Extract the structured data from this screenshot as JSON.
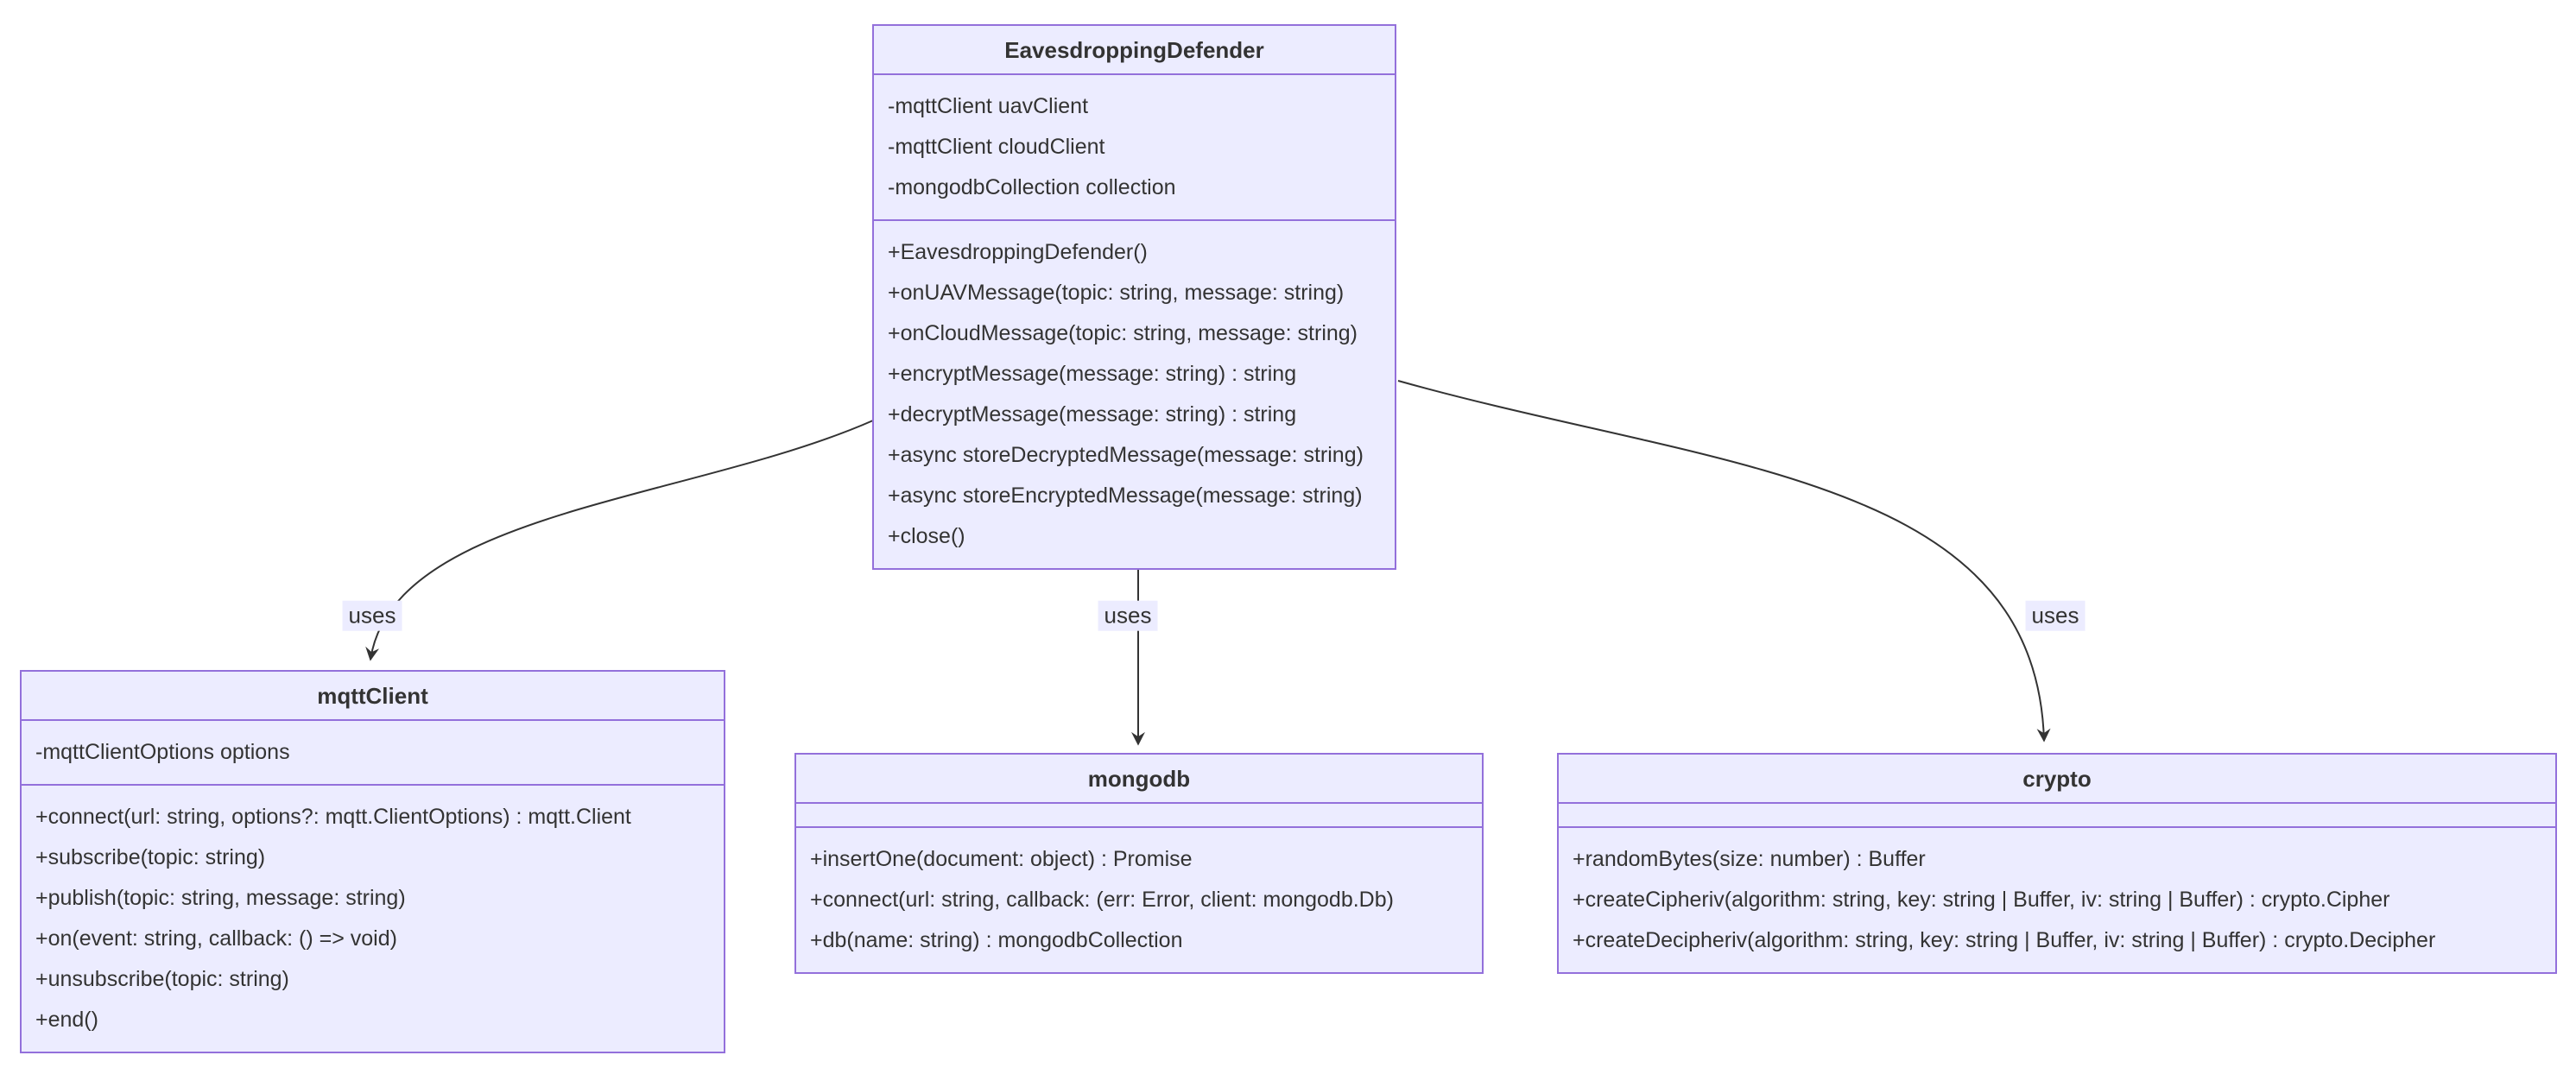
{
  "diagram": {
    "type": "uml-class-diagram",
    "classes": [
      {
        "name": "EavesdroppingDefender",
        "attributes": [
          "-mqttClient uavClient",
          "-mqttClient cloudClient",
          "-mongodbCollection collection"
        ],
        "methods": [
          "+EavesdroppingDefender()",
          "+onUAVMessage(topic: string, message: string)",
          "+onCloudMessage(topic: string, message: string)",
          "+encryptMessage(message: string) : string",
          "+decryptMessage(message: string) : string",
          "+async storeDecryptedMessage(message: string)",
          "+async storeEncryptedMessage(message: string)",
          "+close()"
        ]
      },
      {
        "name": "mqttClient",
        "attributes": [
          "-mqttClientOptions options"
        ],
        "methods": [
          "+connect(url: string, options?: mqtt.ClientOptions) : mqtt.Client",
          "+subscribe(topic: string)",
          "+publish(topic: string, message: string)",
          "+on(event: string, callback: () => void)",
          "+unsubscribe(topic: string)",
          "+end()"
        ]
      },
      {
        "name": "mongodb",
        "attributes": [],
        "methods": [
          "+insertOne(document: object) : Promise",
          "+connect(url: string, callback: (err: Error, client: mongodb.Db)",
          "+db(name: string) : mongodbCollection"
        ]
      },
      {
        "name": "crypto",
        "attributes": [],
        "methods": [
          "+randomBytes(size: number) : Buffer",
          "+createCipheriv(algorithm: string, key: string | Buffer, iv: string | Buffer) : crypto.Cipher",
          "+createDecipheriv(algorithm: string, key: string | Buffer, iv: string | Buffer) : crypto.Decipher"
        ]
      }
    ],
    "relations": [
      {
        "from": "EavesdroppingDefender",
        "to": "mqttClient",
        "label": "uses"
      },
      {
        "from": "EavesdroppingDefender",
        "to": "mongodb",
        "label": "uses"
      },
      {
        "from": "EavesdroppingDefender",
        "to": "crypto",
        "label": "uses"
      }
    ],
    "colors": {
      "box_fill": "#ECECFF",
      "box_border": "#9370DB",
      "text": "#333333",
      "line": "#333333",
      "label_bg": "#ECECFF"
    }
  }
}
